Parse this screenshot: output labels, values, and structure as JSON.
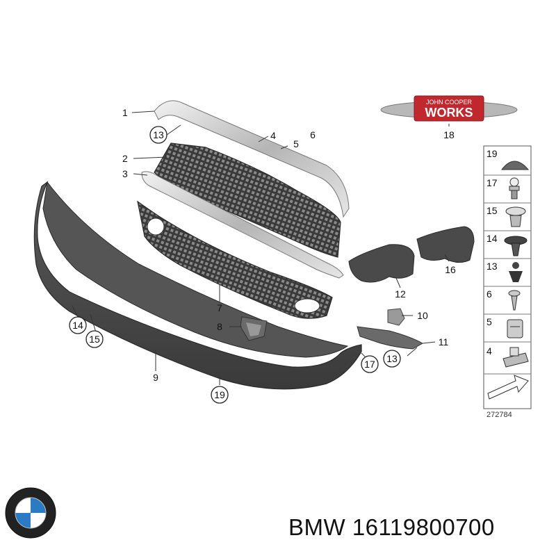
{
  "diagram": {
    "callouts": [
      {
        "id": "c1",
        "label": "1"
      },
      {
        "id": "c2",
        "label": "2"
      },
      {
        "id": "c3",
        "label": "3"
      },
      {
        "id": "c4",
        "label": "4"
      },
      {
        "id": "c5",
        "label": "5"
      },
      {
        "id": "c6",
        "label": "6"
      },
      {
        "id": "c7",
        "label": "7"
      },
      {
        "id": "c8",
        "label": "8"
      },
      {
        "id": "c9",
        "label": "9"
      },
      {
        "id": "c10",
        "label": "10"
      },
      {
        "id": "c11",
        "label": "11"
      },
      {
        "id": "c12",
        "label": "12"
      },
      {
        "id": "c13a",
        "label": "13"
      },
      {
        "id": "c13b",
        "label": "13"
      },
      {
        "id": "c14",
        "label": "14"
      },
      {
        "id": "c15",
        "label": "15"
      },
      {
        "id": "c16",
        "label": "16"
      },
      {
        "id": "c17",
        "label": "17"
      },
      {
        "id": "c18",
        "label": "18"
      },
      {
        "id": "c19",
        "label": "19"
      }
    ],
    "legend_items": [
      "19",
      "17",
      "15",
      "14",
      "13",
      "6",
      "5",
      "4"
    ],
    "diagram_number": "272784",
    "badge": {
      "top_text": "JOHN COOPER",
      "main_text": "WORKS"
    }
  },
  "footer": {
    "text": "BMW 16119800700"
  },
  "colors": {
    "part_dark": "#4a4a4a",
    "badge_red": "#c0282e",
    "logo_blue": "#2a7ac4"
  }
}
